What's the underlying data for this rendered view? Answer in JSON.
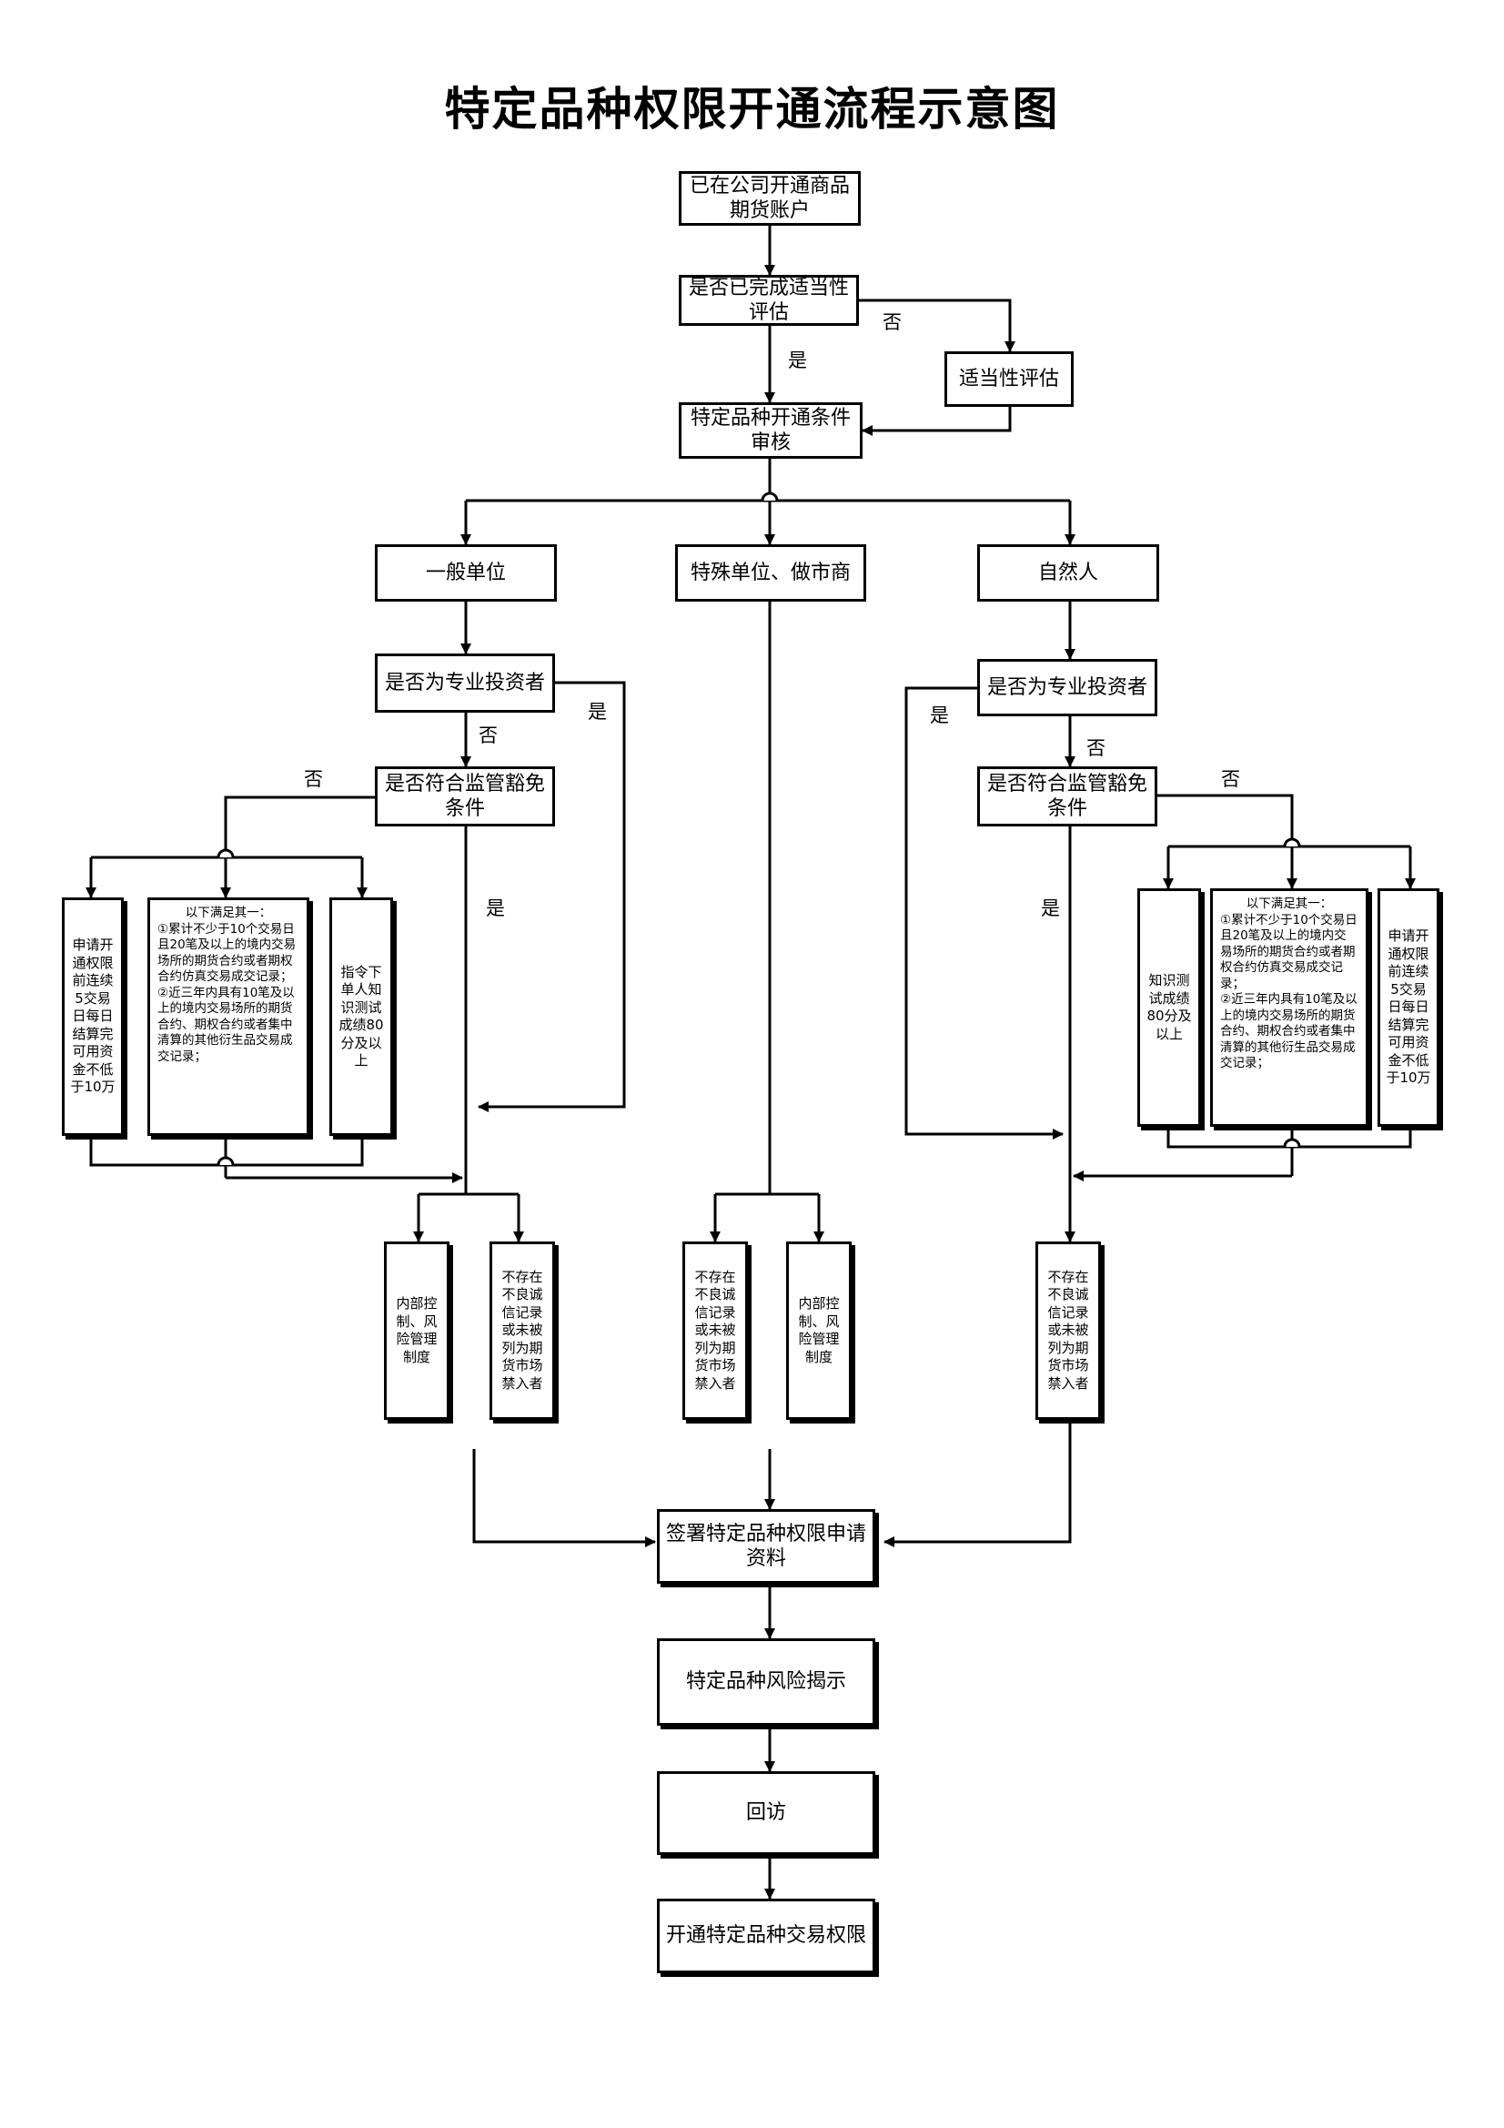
{
  "title": "特定品种权限开通流程示意图",
  "nodes": {
    "account": "已在公司开通商品\n期货账户",
    "suit_q": "是否已完成适当性\n评估",
    "suit_eval": "适当性评估",
    "review": "特定品种开通条件\n审核",
    "general": "一般单位",
    "special": "特殊单位、做市商",
    "natural": "自然人",
    "prof_q_left": "是否为专业投资者",
    "prof_q_right": "是否为专业投资者",
    "exempt_q_left": "是否符合监管豁免\n条件",
    "exempt_q_right": "是否符合监管豁免\n条件",
    "funds_left": "申请开\n通权限\n前连续\n5交易\n日每日\n结算完\n可用资\n金不低\n于10万",
    "record_left_head": "以下满足其一：",
    "record_left_body": "①累计不少于10个交易日且20笔及以上的境内交易场所的期货合约或者期权合约仿真交易成交记录；\n②近三年内具有10笔及以上的境内交易场所的期货合约、期权合约或者集中清算的其他衍生品交易成交记录；",
    "test_left": "指令下\n单人知\n识测试\n成绩80\n分及以\n上",
    "test_right": "知识测\n试成绩\n80分及\n以上",
    "record_right_head": "以下满足其一：",
    "record_right_body": "①累计不少于10个交易日且20笔及以上的境内交易场所的期货合约或者期权合约仿真交易成交记录；\n②近三年内具有10笔及以上的境内交易场所的期货合约、期权合约或者集中清算的其他衍生品交易成交记录；",
    "funds_right": "申请开\n通权限\n前连续\n5交易\n日每日\n结算完\n可用资\n金不低\n于10万",
    "control_left": "内部控\n制、风\n险管理\n制度",
    "credit_left": "不存在\n不良诚\n信记录\n或未被\n列为期\n货市场\n禁入者",
    "credit_mid": "不存在\n不良诚\n信记录\n或未被\n列为期\n货市场\n禁入者",
    "control_mid": "内部控\n制、风\n险管理\n制度",
    "credit_right": "不存在\n不良诚\n信记录\n或未被\n列为期\n货市场\n禁入者",
    "sign": "签署特定品种权限申请\n资料",
    "risk": "特定品种风险揭示",
    "visit": "回访",
    "open": "开通特定品种交易权限"
  },
  "labels": {
    "no_suit": "否",
    "yes_suit": "是",
    "yes_prof_left": "是",
    "no_prof_left": "否",
    "no_exempt_left": "否",
    "yes_exempt_left": "是",
    "yes_prof_right": "是",
    "no_prof_right": "否",
    "no_exempt_right": "否",
    "yes_exempt_right": "是"
  }
}
